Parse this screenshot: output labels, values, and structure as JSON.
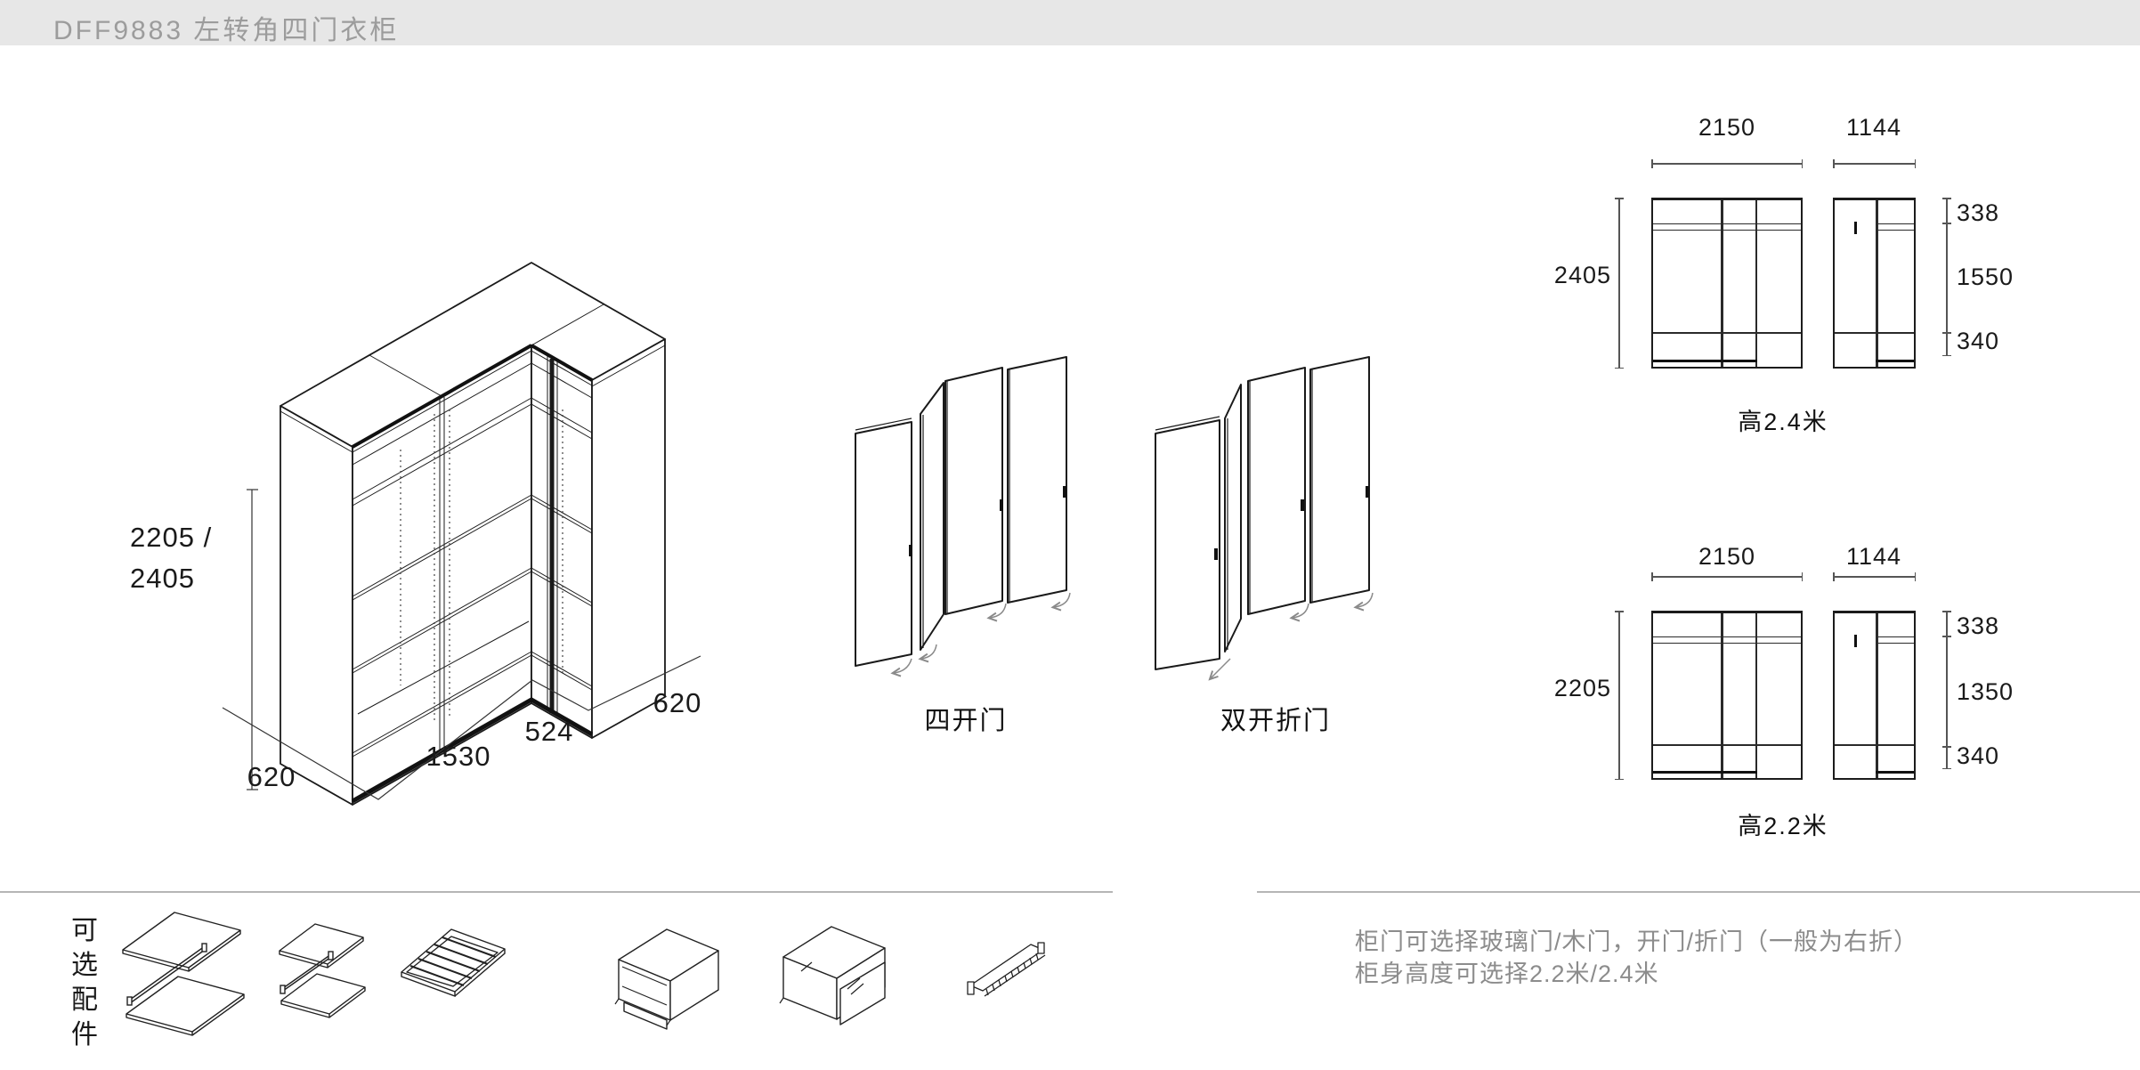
{
  "header": {
    "title": "DFF9883 左转角四门衣柜"
  },
  "colors": {
    "header_bg": "#e7e7e7",
    "header_text": "#9c9c9c",
    "line_art": "#1a1a1a",
    "note_text": "#8c8c8c",
    "divider": "#b5b5b5",
    "arrow": "#8a8a8a"
  },
  "iso": {
    "height_line1": "2205 /",
    "height_line2": "2405",
    "depth_left": "620",
    "width_main": "1530",
    "width_corner": "524",
    "depth_right": "620"
  },
  "doors": {
    "option1_label": "四开门",
    "option2_label": "双开折门"
  },
  "elevations": [
    {
      "width_main": "2150",
      "width_side": "1144",
      "height": "2405",
      "seg_top": "338",
      "seg_mid": "1550",
      "seg_bottom": "340",
      "caption": "高2.4米"
    },
    {
      "width_main": "2150",
      "width_side": "1144",
      "height": "2205",
      "seg_top": "338",
      "seg_mid": "1350",
      "seg_bottom": "340",
      "caption": "高2.2米"
    }
  ],
  "accessories": {
    "label": "可选配件",
    "items": [
      {
        "name": "double-shelf-with-rod-icon"
      },
      {
        "name": "small-shelf-with-rod-icon"
      },
      {
        "name": "trouser-rack-icon"
      },
      {
        "name": "open-drawer-unit-icon"
      },
      {
        "name": "glass-drawer-unit-icon"
      },
      {
        "name": "tie-rack-icon"
      }
    ]
  },
  "notes": {
    "line1": "柜门可选择玻璃门/木门，开门/折门（一般为右折）",
    "line2": "柜身高度可选择2.2米/2.4米"
  }
}
